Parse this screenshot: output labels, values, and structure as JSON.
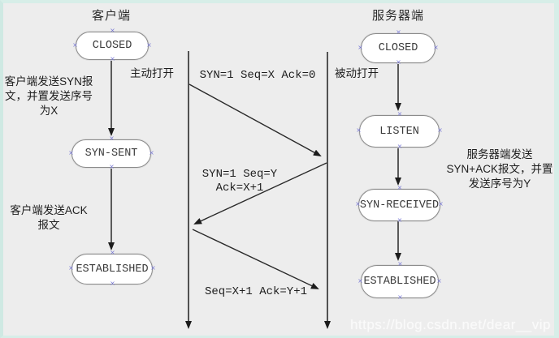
{
  "client": {
    "title": "客户端",
    "open_label": "主动打开",
    "states": [
      "CLOSED",
      "SYN-SENT",
      "ESTABLISHED"
    ],
    "syn_note": [
      "客户端发送SYN报",
      "文，并置发送序号",
      "为X"
    ],
    "ack_note": [
      "客户端发送ACK",
      "报文"
    ]
  },
  "server": {
    "title": "服务器端",
    "open_label": "被动打开",
    "states": [
      "CLOSED",
      "LISTEN",
      "SYN-RECEIVED",
      "ESTABLISHED"
    ],
    "synack_note": [
      "服务器端发送",
      "SYN+ACK报文，并置",
      "发送序号为Y"
    ]
  },
  "messages": {
    "syn": "SYN=1 Seq=X Ack=0",
    "synack_line1": "SYN=1 Seq=Y",
    "synack_line2": "Ack=X+1",
    "ack": "Seq=X+1 Ack=Y+1"
  },
  "watermark": "https://blog.csdn.net/dear__vip",
  "colors": {
    "canvas": "#ededed",
    "frame": "#d7eee8",
    "box_border": "#8b8b8b",
    "handle_accent": "#7b7bd6",
    "arrow": "#1c1c1c"
  }
}
